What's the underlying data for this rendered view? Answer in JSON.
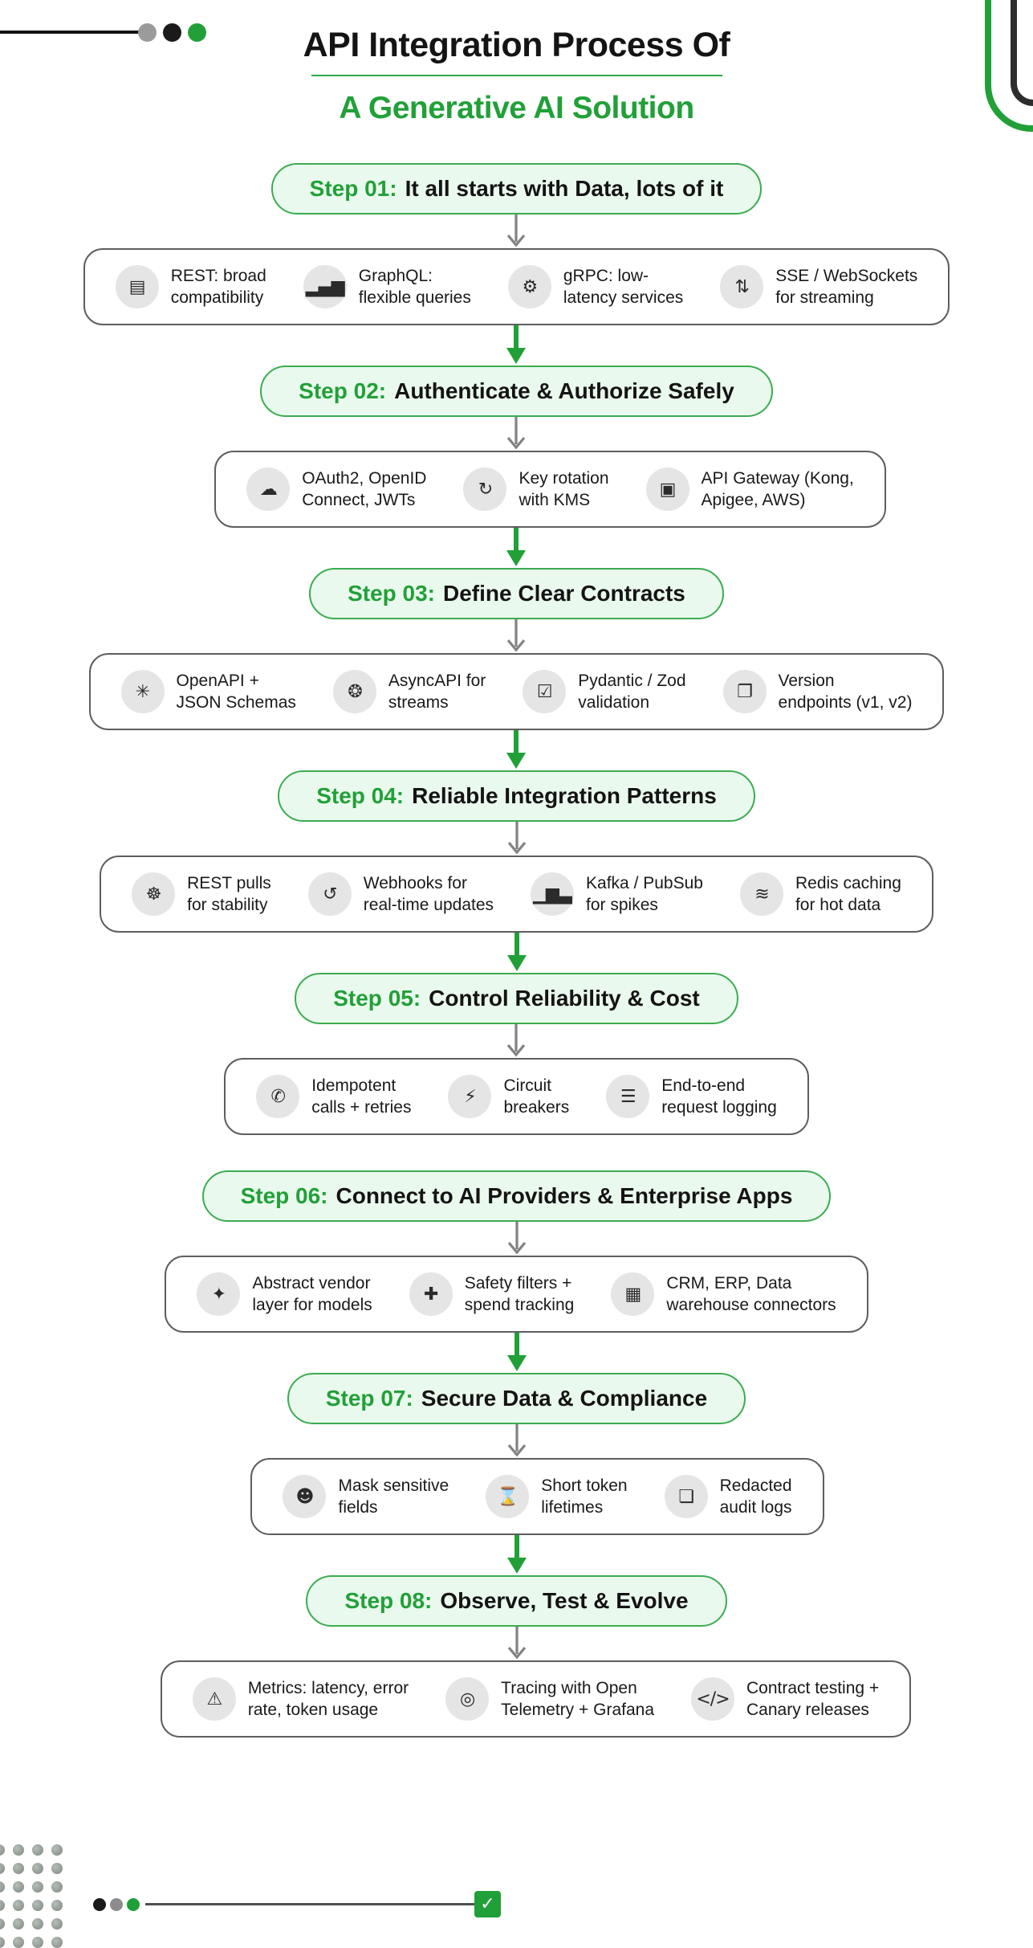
{
  "header": {
    "title_line1": "API Integration Process Of",
    "title_line2": "A Generative AI Solution"
  },
  "colors": {
    "accent_green": "#21A038",
    "pill_background": "#EAF9ED",
    "pill_border": "#3BAC51",
    "row_border": "#5E5E5E",
    "icon_circle": "#E5E5E5",
    "arrow_gray": "#828282",
    "text_dark": "#141414"
  },
  "steps": [
    {
      "label": "Step 01:",
      "title": "It all starts with Data, lots of it",
      "arrow_after": true,
      "items": [
        {
          "icon": "database-icon",
          "glyph": "▤",
          "line1": "REST: broad",
          "line2": "compatibility"
        },
        {
          "icon": "bar-chart-icon",
          "glyph": "▂▄▆",
          "line1": "GraphQL:",
          "line2": "flexible queries"
        },
        {
          "icon": "gears-icon",
          "glyph": "⚙",
          "line1": "gRPC: low-",
          "line2": "latency services"
        },
        {
          "icon": "streaming-icon",
          "glyph": "⇅",
          "line1": "SSE / WebSockets",
          "line2": "for streaming"
        }
      ]
    },
    {
      "label": "Step 02:",
      "title": "Authenticate & Authorize Safely",
      "arrow_after": true,
      "items": [
        {
          "icon": "cloud-devices-icon",
          "glyph": "☁",
          "line1": "OAuth2, OpenID",
          "line2": "Connect, JWTs"
        },
        {
          "icon": "key-rotation-icon",
          "glyph": "↻",
          "line1": "Key rotation",
          "line2": "with KMS"
        },
        {
          "icon": "api-gateway-icon",
          "glyph": "▣",
          "line1": "API Gateway (Kong,",
          "line2": "Apigee, AWS)"
        }
      ]
    },
    {
      "label": "Step 03:",
      "title": "Define Clear Contracts",
      "arrow_after": true,
      "items": [
        {
          "icon": "openapi-icon",
          "glyph": "✳",
          "line1": "OpenAPI +",
          "line2": "JSON Schemas"
        },
        {
          "icon": "asyncapi-gear-icon",
          "glyph": "❂",
          "line1": "AsyncAPI for",
          "line2": "streams"
        },
        {
          "icon": "validation-checklist-icon",
          "glyph": "☑",
          "line1": "Pydantic / Zod",
          "line2": "validation"
        },
        {
          "icon": "versioned-docs-icon",
          "glyph": "❐",
          "line1": "Version",
          "line2": "endpoints (v1, v2)"
        }
      ]
    },
    {
      "label": "Step 04:",
      "title": "Reliable Integration Patterns",
      "arrow_after": true,
      "items": [
        {
          "icon": "gear-hands-icon",
          "glyph": "☸",
          "line1": "REST pulls",
          "line2": "for stability"
        },
        {
          "icon": "webhook-cycle-icon",
          "glyph": "↺",
          "line1": "Webhooks for",
          "line2": "real-time updates"
        },
        {
          "icon": "spike-chart-icon",
          "glyph": "▁▆▃",
          "line1": "Kafka / PubSub",
          "line2": "for spikes"
        },
        {
          "icon": "cache-chart-icon",
          "glyph": "≋",
          "line1": "Redis caching",
          "line2": "for hot data"
        }
      ]
    },
    {
      "label": "Step 05:",
      "title": "Control Reliability & Cost",
      "arrow_after": false,
      "items": [
        {
          "icon": "phone-retry-icon",
          "glyph": "✆",
          "line1": "Idempotent",
          "line2": "calls + retries"
        },
        {
          "icon": "circuit-breaker-icon",
          "glyph": "⚡",
          "line1": "Circuit",
          "line2": "breakers"
        },
        {
          "icon": "request-logging-icon",
          "glyph": "☰",
          "line1": "End-to-end",
          "line2": "request logging"
        }
      ]
    },
    {
      "label": "Step 06:",
      "title": "Connect to AI Providers & Enterprise Apps",
      "arrow_after": true,
      "items": [
        {
          "icon": "idea-hand-icon",
          "glyph": "✦",
          "line1": "Abstract vendor",
          "line2": "layer for models"
        },
        {
          "icon": "safety-filter-icon",
          "glyph": "✚",
          "line1": "Safety filters +",
          "line2": "spend tracking"
        },
        {
          "icon": "connectors-icon",
          "glyph": "▦",
          "line1": "CRM, ERP, Data",
          "line2": "warehouse connectors"
        }
      ]
    },
    {
      "label": "Step 07:",
      "title": "Secure Data & Compliance",
      "arrow_after": true,
      "items": [
        {
          "icon": "mask-faces-icon",
          "glyph": "☻",
          "line1": "Mask sensitive",
          "line2": "fields"
        },
        {
          "icon": "token-register-icon",
          "glyph": "⌛",
          "line1": "Short token",
          "line2": "lifetimes"
        },
        {
          "icon": "audit-log-icon",
          "glyph": "❏",
          "line1": "Redacted",
          "line2": "audit logs"
        }
      ]
    },
    {
      "label": "Step 08:",
      "title": "Observe, Test & Evolve",
      "arrow_after": false,
      "items": [
        {
          "icon": "metrics-clipboard-icon",
          "glyph": "⚠",
          "line1": "Metrics: latency, error",
          "line2": "rate, token usage"
        },
        {
          "icon": "tracing-magnifier-icon",
          "glyph": "◎",
          "line1": "Tracing with Open",
          "line2": "Telemetry + Grafana"
        },
        {
          "icon": "code-testing-icon",
          "glyph": "</>",
          "line1": "Contract testing +",
          "line2": "Canary releases"
        }
      ]
    }
  ],
  "decor": {
    "top_left": {
      "circle_colors": [
        "#9b9b9b",
        "#1a1a1a",
        "#21A038"
      ]
    },
    "top_right": {
      "outer_color": "#21A038",
      "inner_color": "#2d2d2d"
    },
    "bottom_left": {
      "rows": 6,
      "cols": 4,
      "dot_color": "#8b968e"
    },
    "progress": {
      "dot_colors": [
        "#1a1a1a",
        "#8c8c8c",
        "#1FA038"
      ],
      "check_glyph": "✓",
      "check_bg": "#1FA038"
    }
  }
}
